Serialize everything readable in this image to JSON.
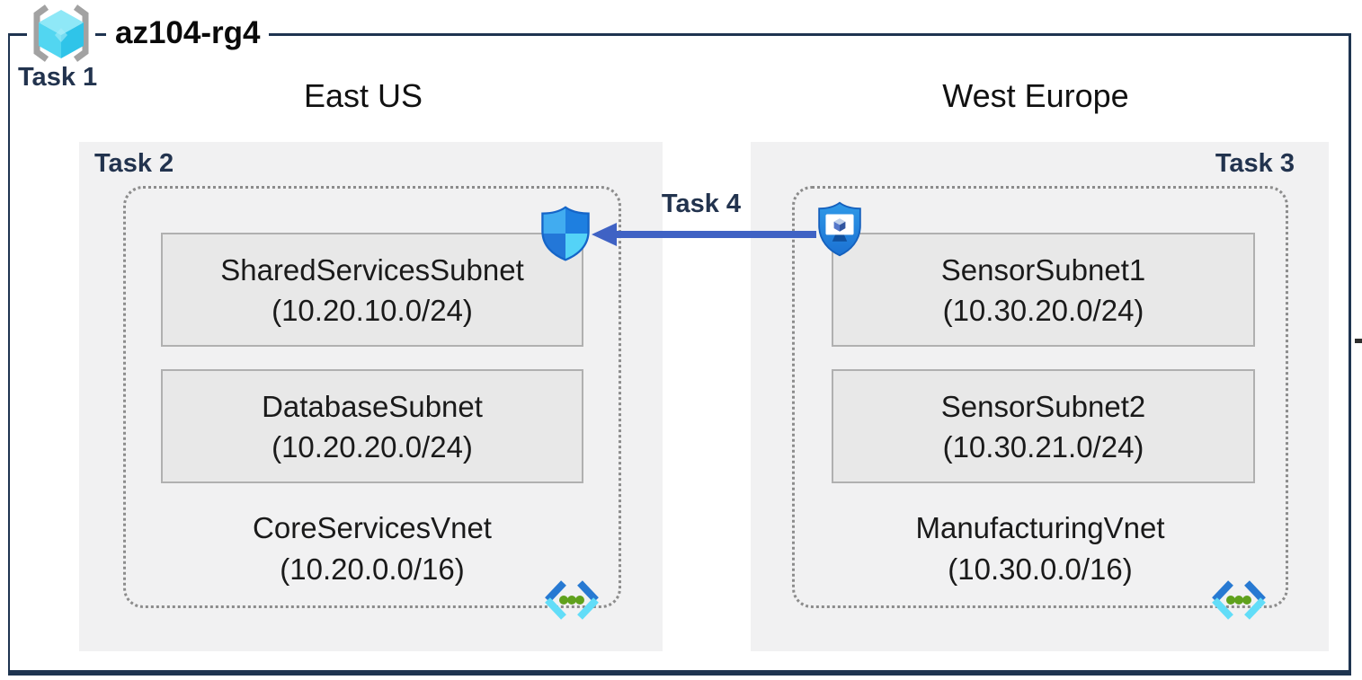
{
  "title": {
    "rg_name": "az104-rg4",
    "task": "Task 1"
  },
  "regions": {
    "east": {
      "name": "East US",
      "task": "Task 2",
      "subnets": [
        {
          "name": "SharedServicesSubnet",
          "cidr": "(10.20.10.0/24)"
        },
        {
          "name": "DatabaseSubnet",
          "cidr": "(10.20.20.0/24)"
        }
      ],
      "vnet": {
        "name": "CoreServicesVnet",
        "cidr": "(10.20.0.0/16)"
      }
    },
    "west": {
      "name": "West Europe",
      "task": "Task 3",
      "subnets": [
        {
          "name": "SensorSubnet1",
          "cidr": "(10.30.20.0/24)"
        },
        {
          "name": "SensorSubnet2",
          "cidr": "(10.30.21.0/24)"
        }
      ],
      "vnet": {
        "name": "ManufacturingVnet",
        "cidr": "(10.30.0.0/16)"
      }
    }
  },
  "peering": {
    "task": "Task 4"
  },
  "icons": {
    "resource_group": "resource-group-cube-icon",
    "network_security": "nsg-shield-icon",
    "secured_vm": "shield-monitor-icon",
    "virtual_network": "vnet-chevron-icon"
  },
  "colors": {
    "outer_border": "#1e3450",
    "task_text": "#22334e",
    "region_background": "#f1f1f2",
    "subnet_background": "#e8e8e8",
    "subnet_border": "#b0b0b0",
    "dotted_border": "#8c8c8c",
    "arrow": "#3f62c4",
    "cube_cyan": "#52d6f1",
    "shield_blue": "#2585dd"
  }
}
